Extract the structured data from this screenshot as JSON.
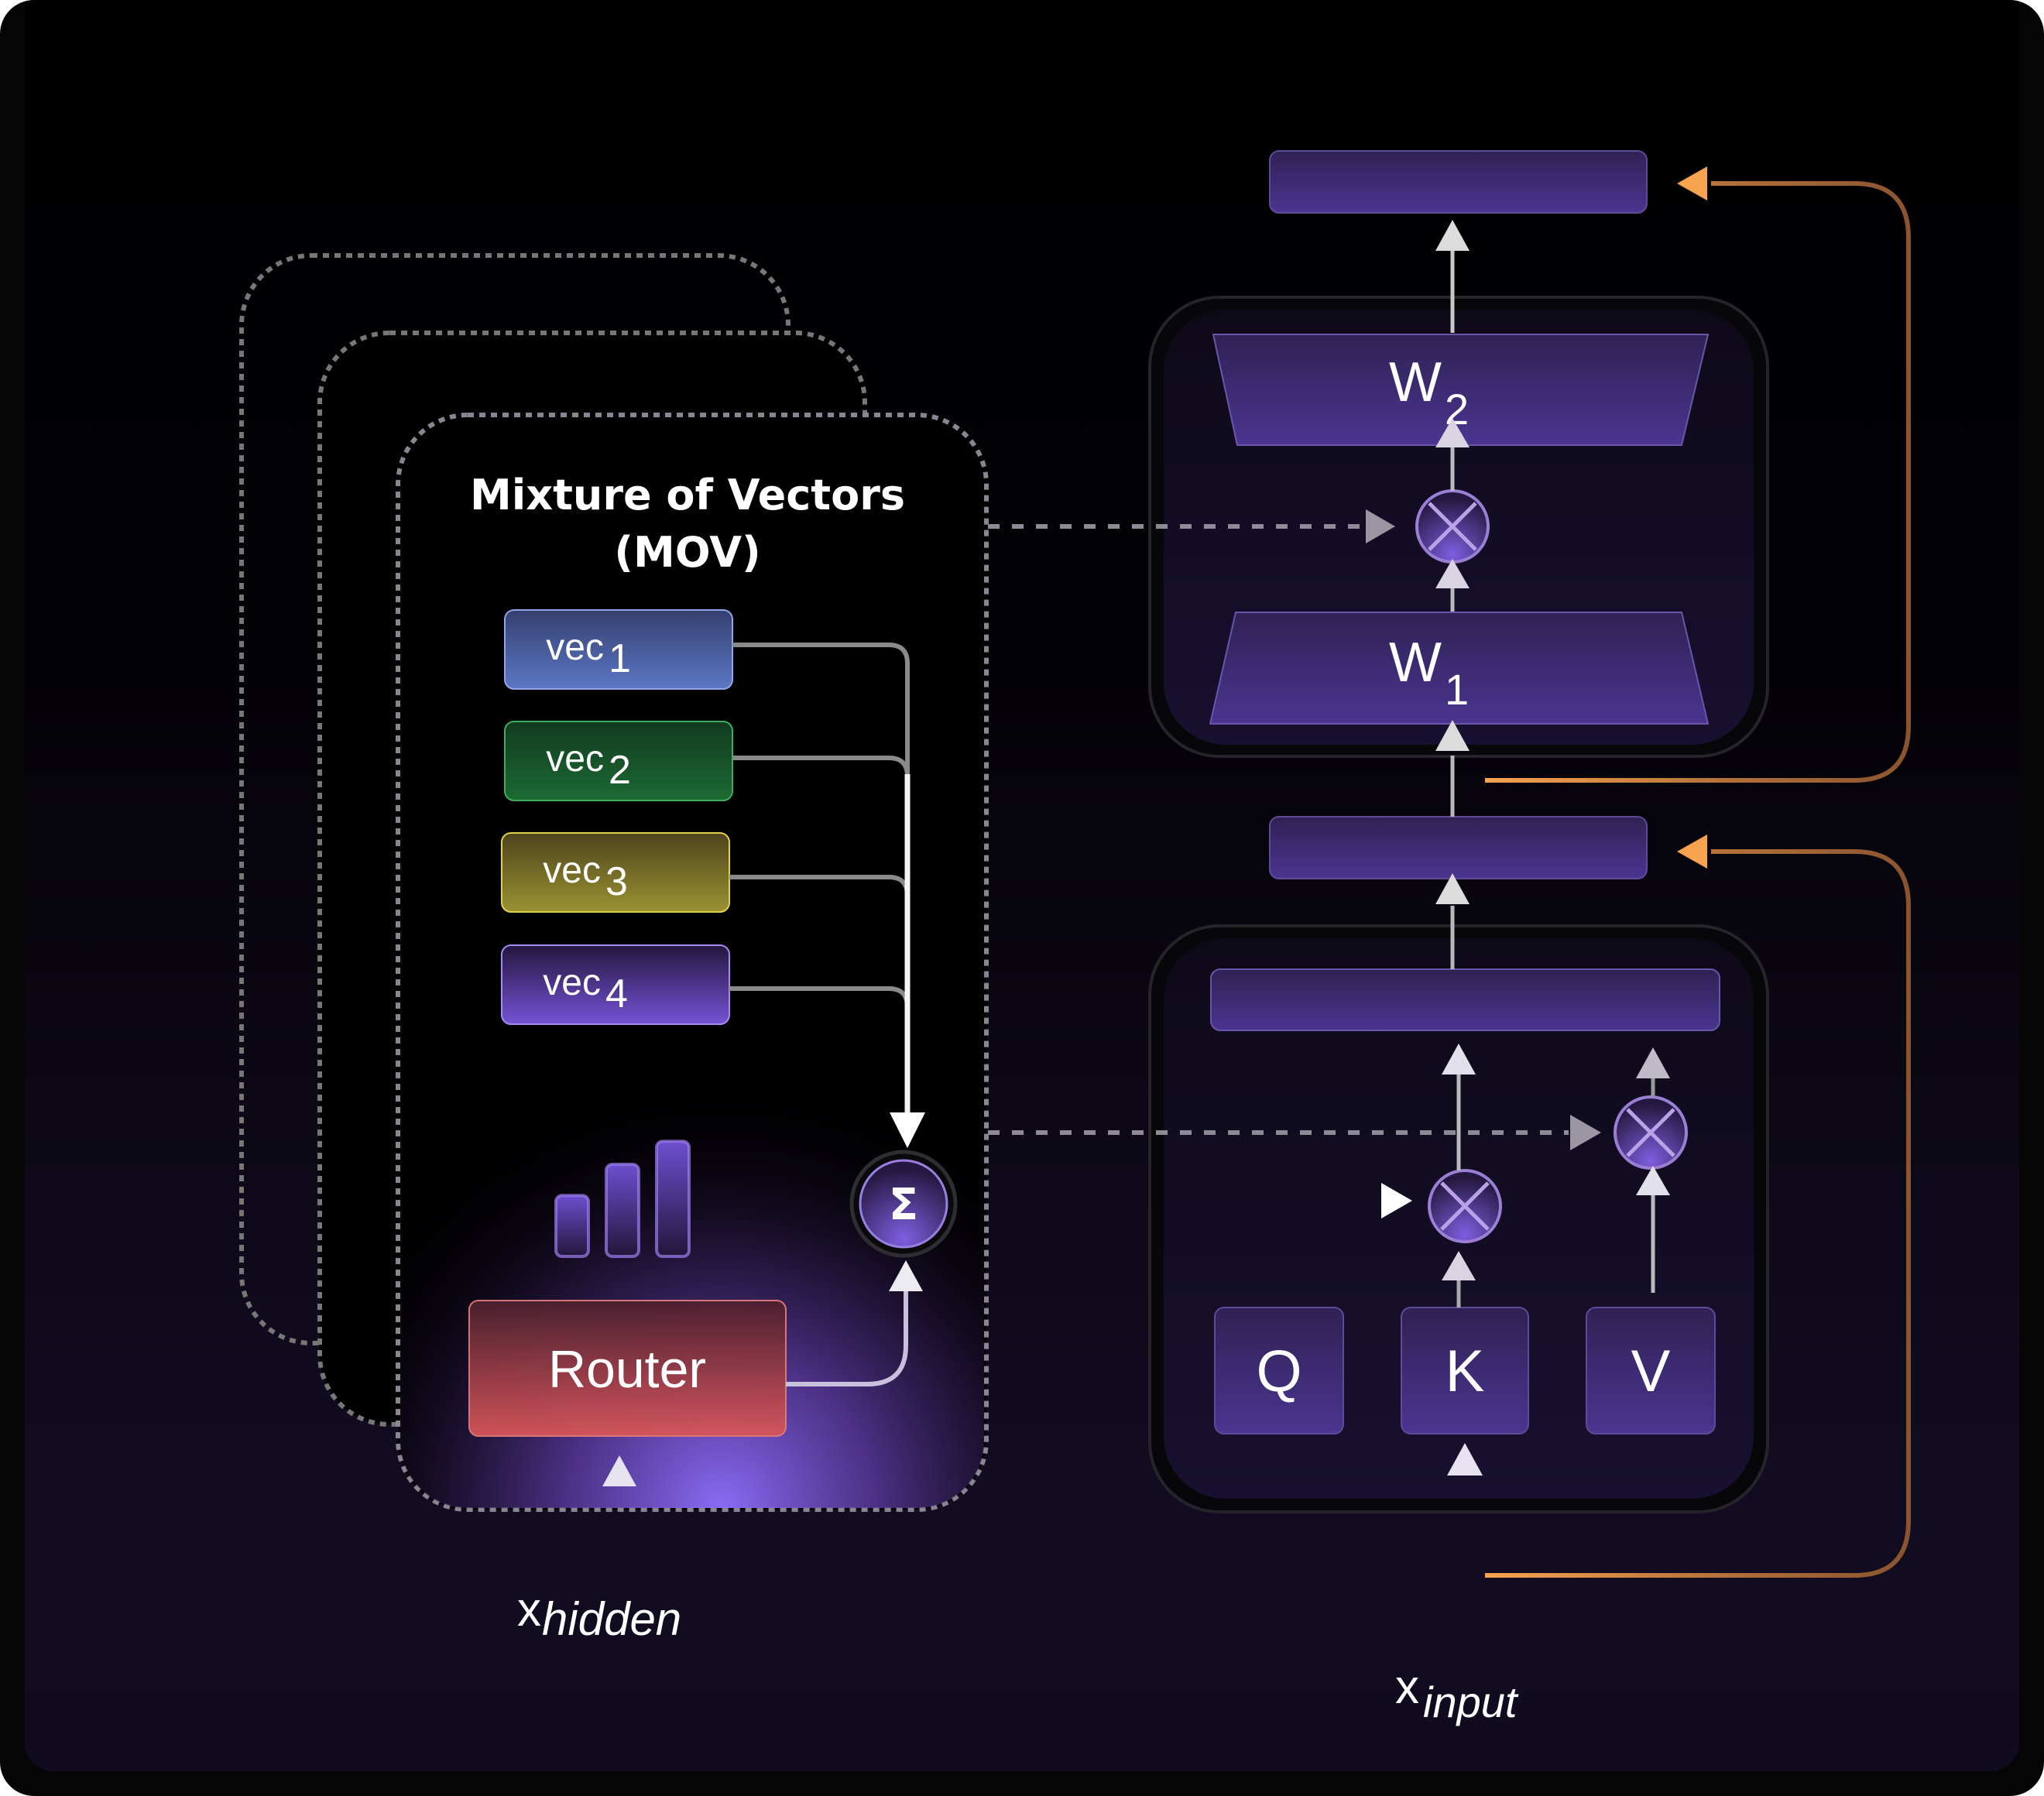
{
  "diagram": {
    "mov_block": {
      "title_line1": "Mixture of Vectors",
      "title_line2": "(MOV)",
      "vectors": [
        {
          "label": "vec",
          "subscript": "1",
          "color": "#5b74c4"
        },
        {
          "label": "vec",
          "subscript": "2",
          "color": "#1f6b34"
        },
        {
          "label": "vec",
          "subscript": "3",
          "color": "#8f8a2c"
        },
        {
          "label": "vec",
          "subscript": "4",
          "color": "#6a48c8"
        }
      ],
      "router_label": "Router",
      "router_color": "#d9534f",
      "sum_symbol": "Σ",
      "router_weights": [
        0.45,
        0.68,
        0.85
      ],
      "input_label": "x",
      "input_subscript": "hidden"
    },
    "ffn_block": {
      "w2_label": "W",
      "w2_subscript": "2",
      "w1_label": "W",
      "w1_subscript": "1",
      "multiply_symbol": "⊗"
    },
    "attention_block": {
      "q_label": "Q",
      "k_label": "K",
      "v_label": "V",
      "multiply_symbol": "⊗"
    },
    "input_label": "x",
    "input_subscript": "input",
    "colors": {
      "accent_purple": "#7b5cf0",
      "residual_orange": "#f5a04e",
      "block_fill": "#3e2a74",
      "arrow_white": "#ffffff",
      "dashed_gray": "#8a8690"
    }
  }
}
